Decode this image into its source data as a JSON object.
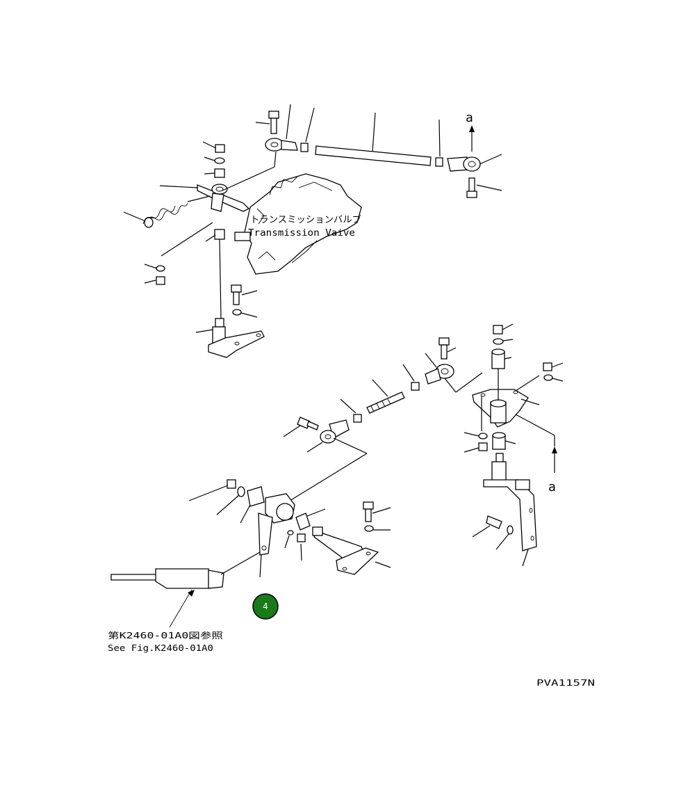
{
  "labels": {
    "valve_jp": "トランスミッションバルブ",
    "valve_en": "Transmission Vaive",
    "ref_jp": "第K2460-01A0図参照",
    "ref_en": "See Fig.K2460-01A0",
    "drawing_code": "PVA1157N",
    "arrow_top": "a",
    "arrow_bottom": "a"
  },
  "badge": {
    "number": "4",
    "color": "#1a7a1a"
  }
}
